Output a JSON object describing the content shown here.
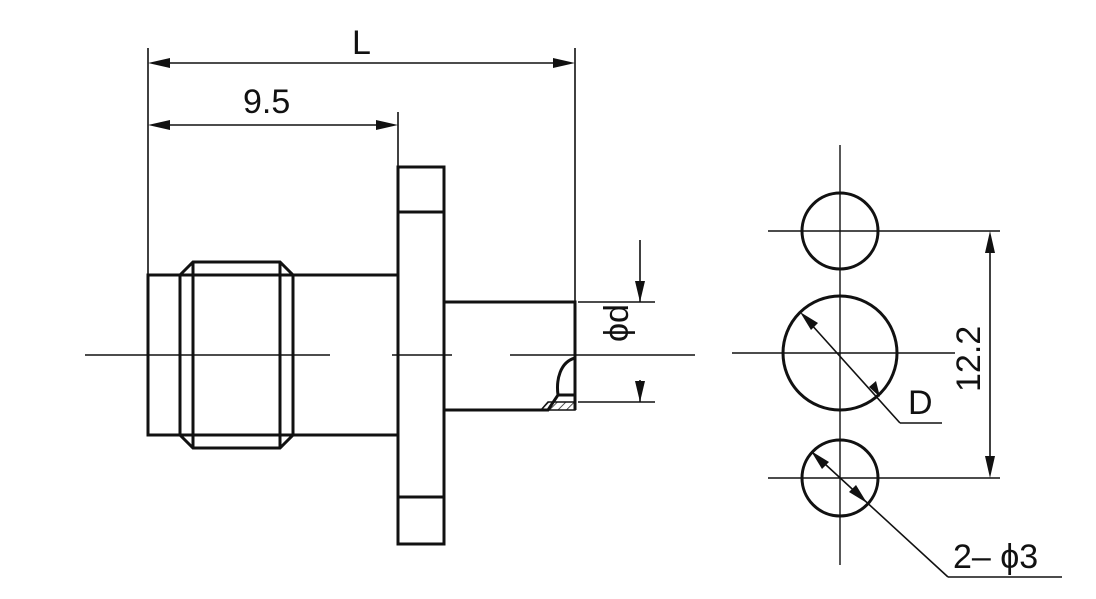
{
  "labels": {
    "length_total": "L",
    "length_body": "9.5",
    "pin_diameter": "ϕd",
    "flange_hole_diameter": "D",
    "hole_spacing": "12.2",
    "mount_holes": "2– ϕ3"
  },
  "colors": {
    "line": "#111111",
    "background": "#ffffff"
  }
}
